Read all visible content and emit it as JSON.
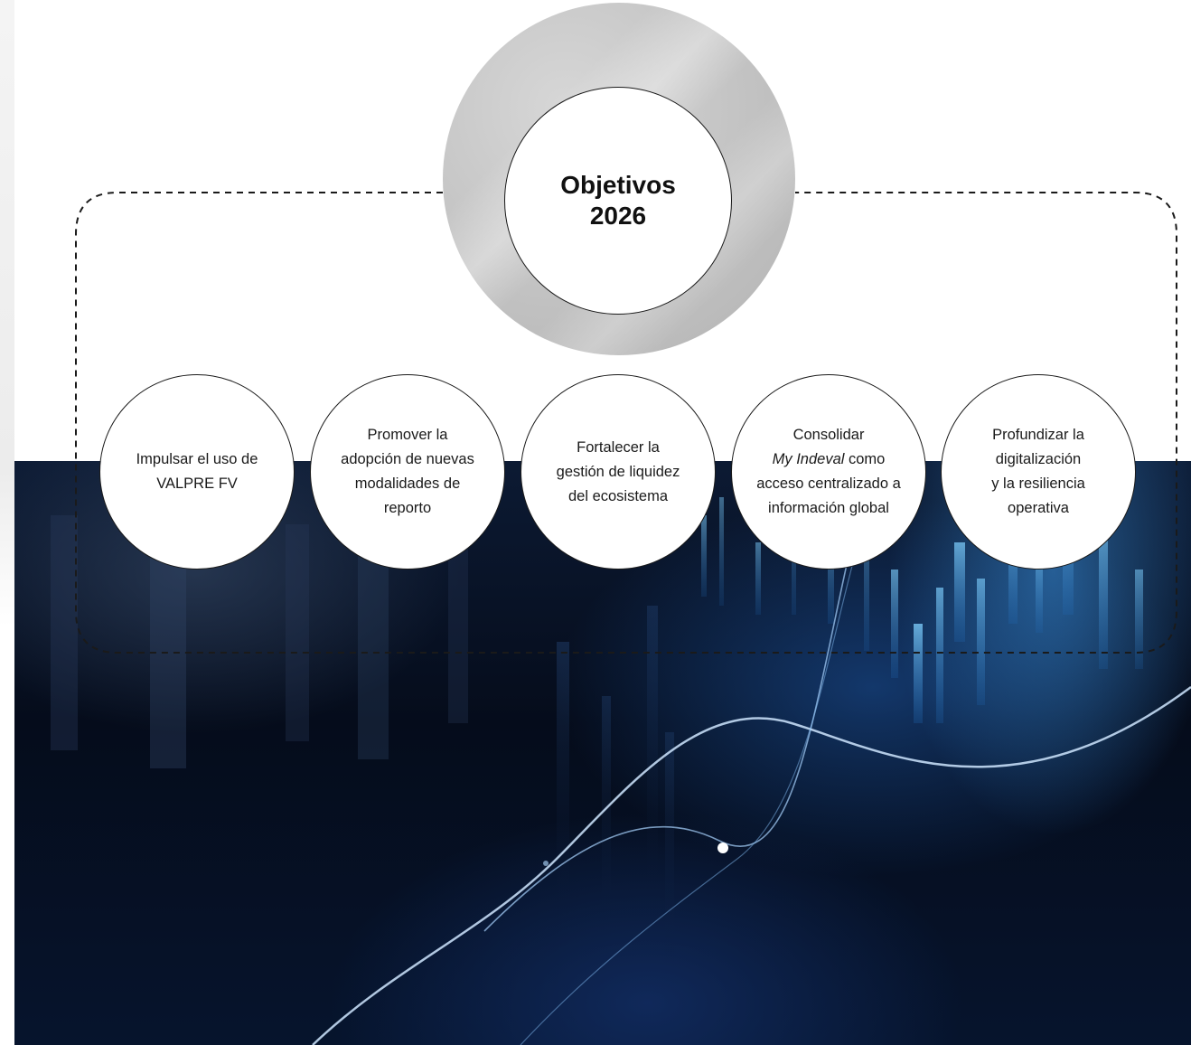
{
  "center": {
    "title_line1": "Objetivos",
    "title_line2": "2026"
  },
  "objectives": [
    {
      "lines": [
        "Impulsar el uso de",
        "VALPRE FV"
      ]
    },
    {
      "lines": [
        "Promover la",
        "adopción de nuevas",
        "modalidades de",
        "reporto"
      ]
    },
    {
      "lines": [
        "Fortalecer la",
        "gestión de liquidez",
        "del ecosistema"
      ]
    },
    {
      "lines_before": [
        "Consolidar"
      ],
      "italic_part": "My Indeval",
      "italic_suffix": " como",
      "lines_after": [
        "acceso centralizado a",
        "información global"
      ]
    },
    {
      "lines": [
        "Profundizar la",
        "digitalización",
        "y la resiliencia",
        "operativa"
      ]
    }
  ],
  "colors": {
    "ring": "#c2c2c2",
    "circle_fill": "#ffffff",
    "circle_stroke": "#1a1a1a",
    "dash": "#1a1a1a",
    "background_dark": "#06142d",
    "accent_blue": "#3c96e6"
  }
}
